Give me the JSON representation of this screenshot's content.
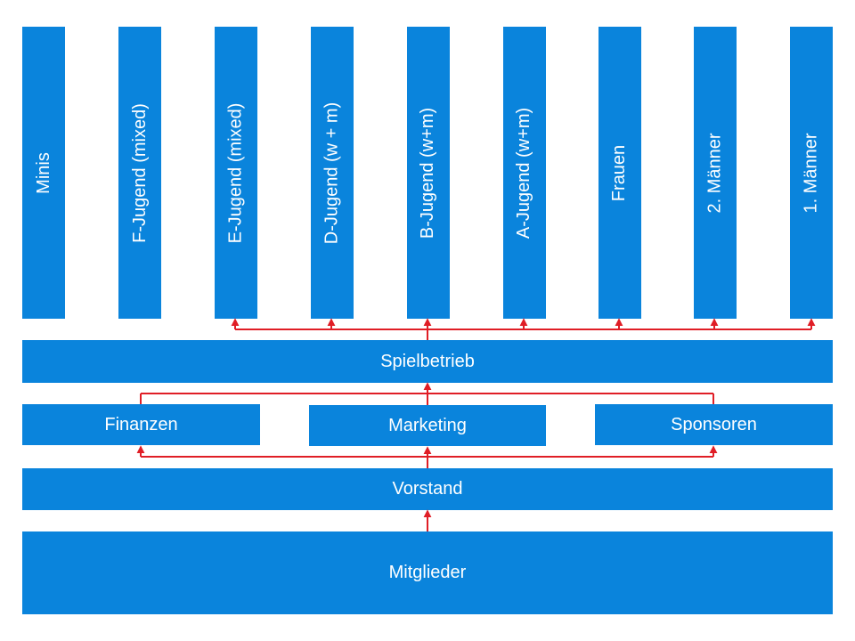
{
  "colors": {
    "box": "#0a84dc",
    "text": "#ffffff",
    "connector": "#e01e26",
    "background": "#ffffff"
  },
  "teams": [
    {
      "label": "Minis"
    },
    {
      "label": "F-Jugend (mixed)"
    },
    {
      "label": "E-Jugend (mixed)"
    },
    {
      "label": "D-Jugend (w + m)"
    },
    {
      "label": "B-Jugend (w+m)"
    },
    {
      "label": "A-Jugend (w+m)"
    },
    {
      "label": "Frauen"
    },
    {
      "label": "2. Männer"
    },
    {
      "label": "1. Männer"
    }
  ],
  "spielbetrieb": {
    "label": "Spielbetrieb"
  },
  "departments": [
    {
      "label": "Finanzen"
    },
    {
      "label": "Marketing"
    },
    {
      "label": "Sponsoren"
    }
  ],
  "vorstand": {
    "label": "Vorstand"
  },
  "mitglieder": {
    "label": "Mitglieder"
  }
}
